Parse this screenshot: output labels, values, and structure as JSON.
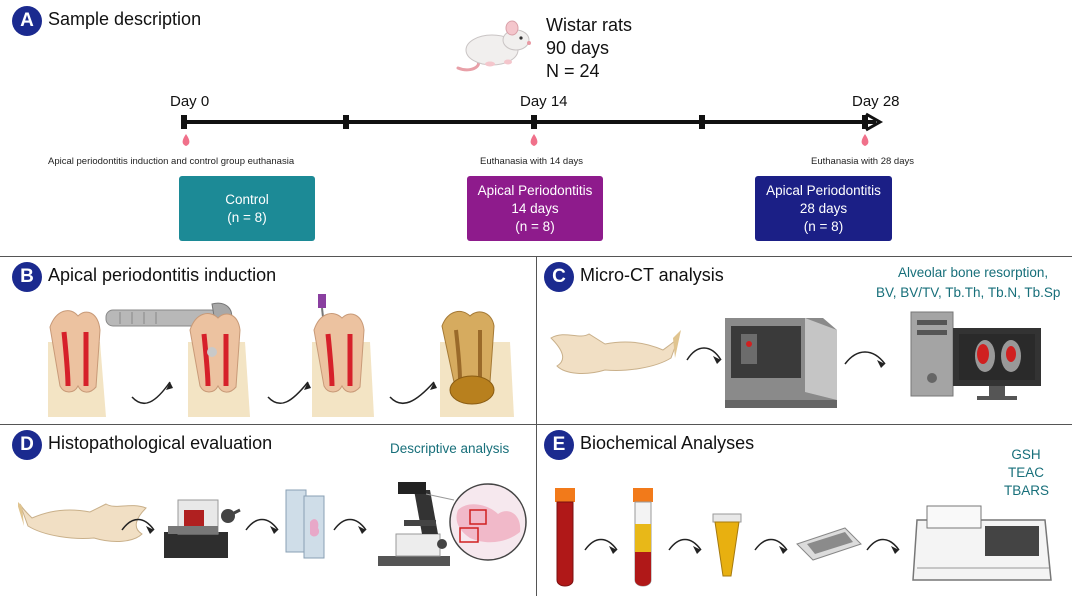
{
  "panelA": {
    "letter": "A",
    "title": "Sample description",
    "rat_info": [
      "Wistar rats",
      "90 days",
      "N = 24"
    ],
    "days": [
      "Day 0",
      "Day 14",
      "Day 28"
    ],
    "events": [
      "Apical periodontitis induction and control group euthanasia",
      "Euthanasia with 14 days",
      "Euthanasia with 28 days"
    ],
    "groups": [
      {
        "lines": [
          "Control",
          "(n = 8)"
        ],
        "color": "#1c8a96"
      },
      {
        "lines": [
          "Apical Periodontitis",
          "14 days",
          "(n = 8)"
        ],
        "color": "#8e1b8c"
      },
      {
        "lines": [
          "Apical Periodontitis",
          "28 days",
          "(n = 8)"
        ],
        "color": "#1b1f86"
      }
    ]
  },
  "panelB": {
    "letter": "B",
    "title": "Apical periodontitis induction"
  },
  "panelC": {
    "letter": "C",
    "title": "Micro-CT analysis",
    "analysis": [
      "Alveolar bone resorption,",
      "BV, BV/TV, Tb.Th, Tb.N, Tb.Sp"
    ]
  },
  "panelD": {
    "letter": "D",
    "title": "Histopathological evaluation",
    "analysis": "Descriptive analysis"
  },
  "panelE": {
    "letter": "E",
    "title": "Biochemical Analyses",
    "analysis": [
      "GSH",
      "TEAC",
      "TBARS"
    ]
  },
  "colors": {
    "badge": "#1b2a8f",
    "teal_text": "#176f7a",
    "drop": "#f0708a",
    "blood": "#b01818"
  },
  "icons": [
    "rat-icon",
    "tooth-icon",
    "drill-icon",
    "file-icon",
    "jaw-icon",
    "microct-scanner-icon",
    "computer-icon",
    "microtome-icon",
    "slide-icon",
    "microscope-icon",
    "blood-tube-icon",
    "eppendorf-icon",
    "microplate-icon",
    "spectrophotometer-icon"
  ]
}
